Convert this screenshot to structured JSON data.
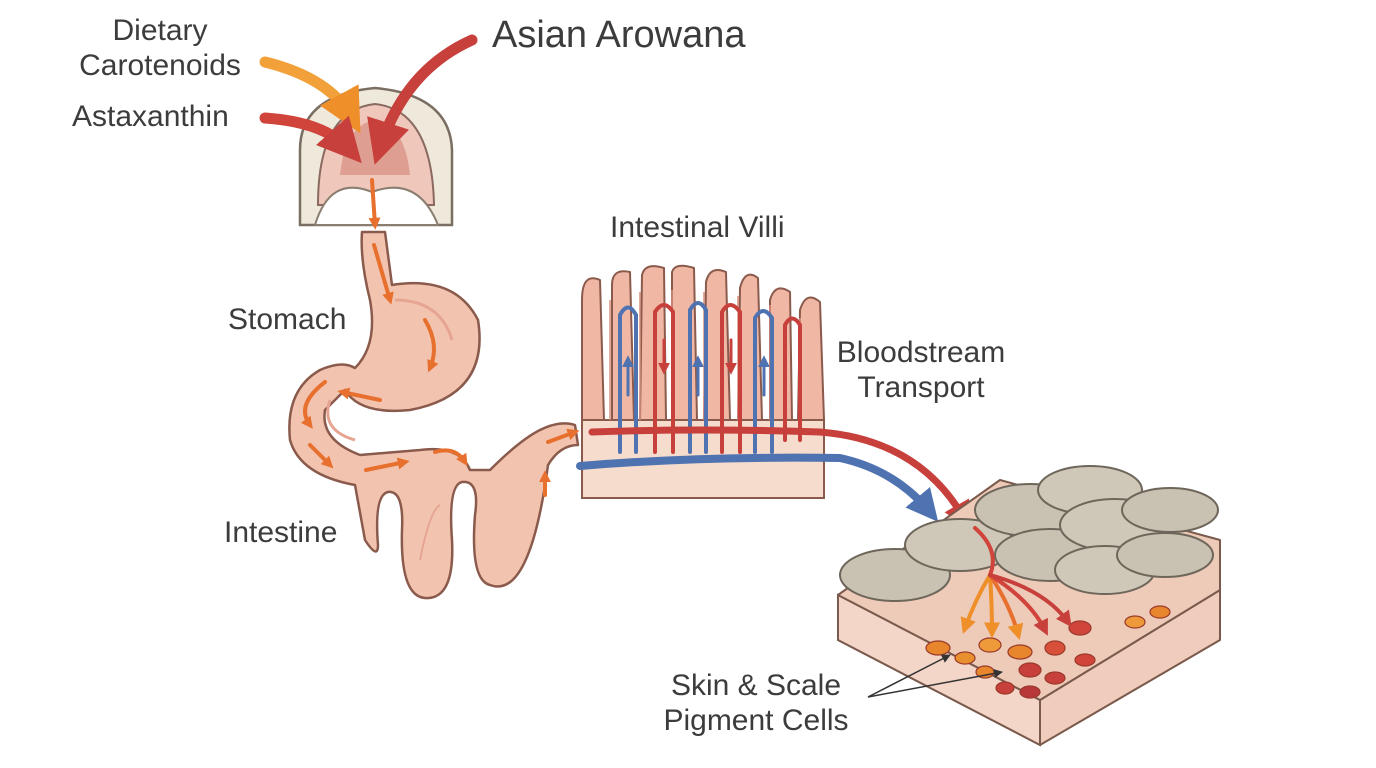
{
  "title": "Asian Arowana",
  "labels": {
    "dietary_carotenoids_line1": "Dietary",
    "dietary_carotenoids_line2": "Carotenoids",
    "astaxanthin": "Astaxanthin",
    "stomach": "Stomach",
    "intestine": "Intestine",
    "intestinal_villi": "Intestinal Villi",
    "bloodstream_line1": "Bloodstream",
    "bloodstream_line2": "Transport",
    "pigment_line1": "Skin & Scale",
    "pigment_line2": "Pigment Cells"
  },
  "colors": {
    "carotenoid_arrow": "#f2a03a",
    "astaxanthin_arrow": "#d0443c",
    "artery": "#c8403c",
    "vein": "#4f72b0",
    "tissue": "#f2c4b0",
    "scale": "#c9c2b2",
    "text": "#3c3c3c"
  }
}
